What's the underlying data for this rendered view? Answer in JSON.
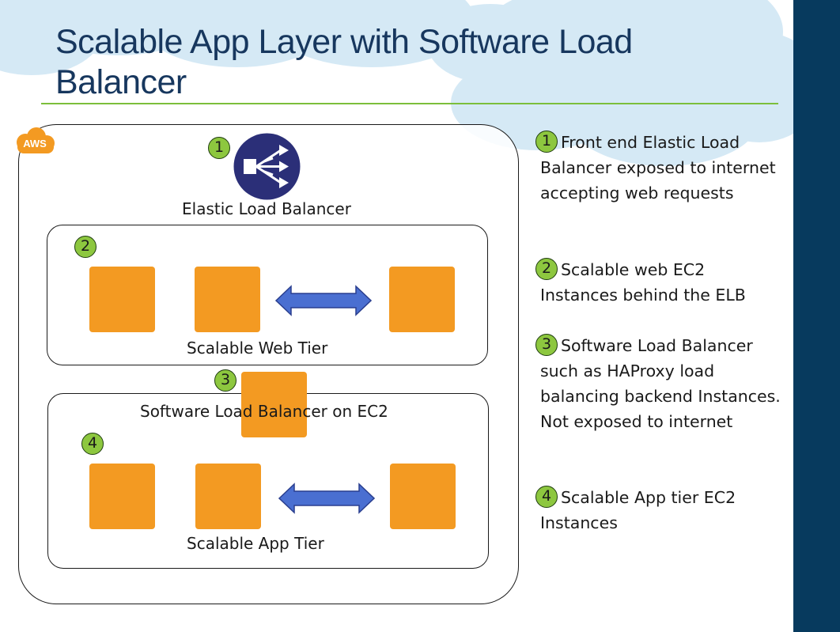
{
  "title": "Scalable App Layer with Software Load Balancer",
  "aws_badge": "AWS",
  "markers": [
    "1",
    "2",
    "3",
    "4"
  ],
  "diagram": {
    "elb_label": "Elastic Load Balancer",
    "web_tier_label": "Scalable Web Tier",
    "software_lb_label": "Software Load Balancer on EC2",
    "app_tier_label": "Scalable App Tier"
  },
  "descriptions": [
    {
      "number": "1",
      "text": "Front end Elastic Load Balancer exposed to internet accepting web requests"
    },
    {
      "number": "2",
      "text": "Scalable web EC2 Instances behind the ELB"
    },
    {
      "number": "3",
      "text": "Software Load Balancer such as HAProxy load balancing backend Instances. Not exposed to internet"
    },
    {
      "number": "4",
      "text": "Scalable App tier EC2 Instances"
    }
  ],
  "colors": {
    "side_band": "#073a5e",
    "title": "#17375e",
    "title_rule": "#7cbf3b",
    "ec2_orange": "#f39a22",
    "marker_green": "#8dc73f",
    "arrow_blue": "#4a6fd1",
    "elb_navy": "#2b2f78"
  }
}
